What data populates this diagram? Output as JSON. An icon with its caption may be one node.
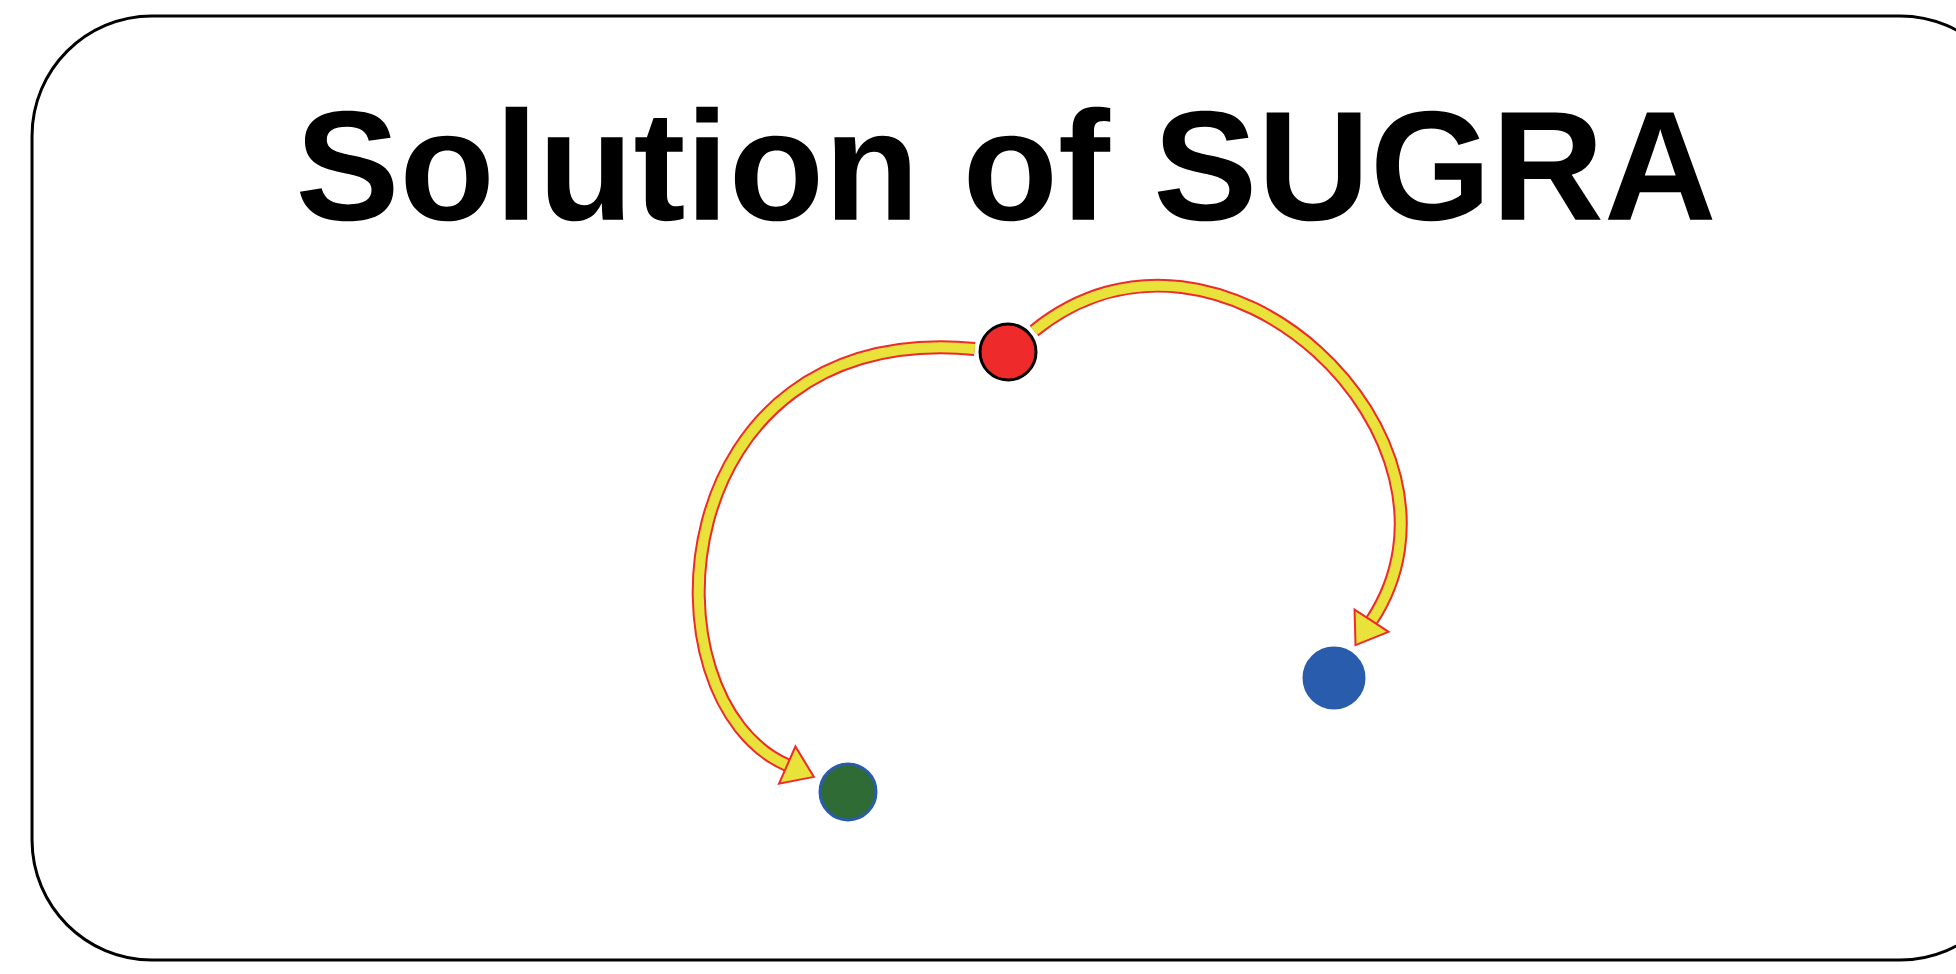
{
  "diagram": {
    "title": "Solution of SUGRA",
    "nodes": [
      {
        "text": [],
        "shape": "circle"
      },
      {
        "text": [],
        "shape": "circle"
      },
      {
        "text": [],
        "shape": "circle"
      }
    ],
    "edges": [
      {
        "from": 0,
        "to": 1,
        "arrow": "to"
      },
      {
        "from": 0,
        "to": 2,
        "arrow": "to"
      }
    ]
  }
}
